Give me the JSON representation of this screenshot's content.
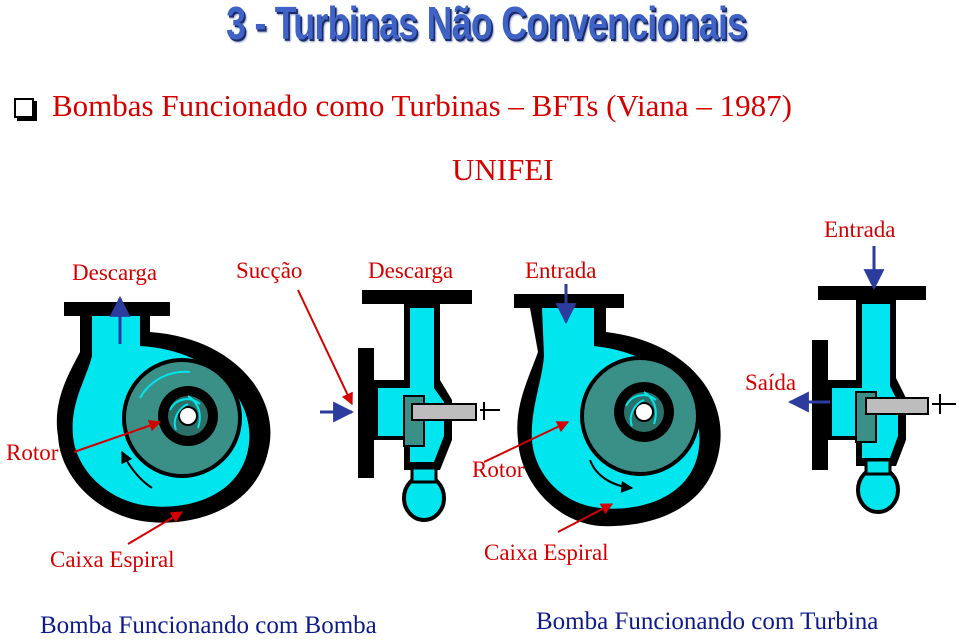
{
  "slide": {
    "title": "3 - Turbinas Não Convencionais",
    "heading": "Bombas Funcionado como Turbinas – BFTs (Viana – 1987)",
    "subheading": "UNIFEI"
  },
  "labels": {
    "descarga_left": "Descarga",
    "succao": "Sucção",
    "descarga_mid": "Descarga",
    "entrada_mid": "Entrada",
    "entrada_right": "Entrada",
    "saida": "Saída",
    "rotor_left": "Rotor",
    "rotor_mid": "Rotor",
    "caixa_left": "Caixa Espiral",
    "caixa_right": "Caixa Espiral"
  },
  "captions": {
    "pump_mode": "Bomba Funcionando com Bomba",
    "turbine_mode": "Bomba Funcionando com Turbina"
  },
  "colors": {
    "title": "#3f62c7",
    "labels": "#d40000",
    "captions": "#0e1a8a",
    "water": "#00e5ee",
    "rotor": "#3a8f86",
    "body": "#000000",
    "arrow": "#2b3b9e"
  }
}
